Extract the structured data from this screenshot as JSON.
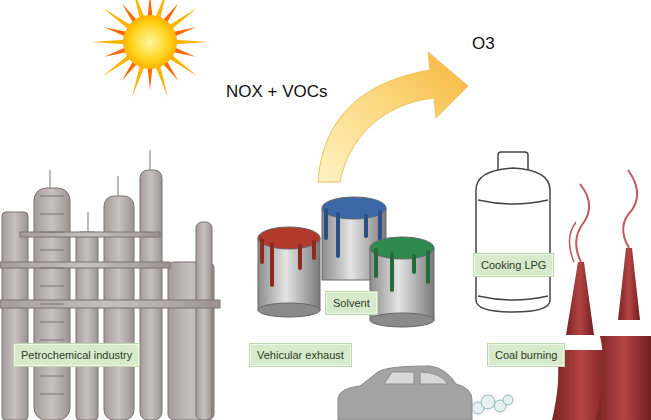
{
  "diagram": {
    "nodes": [
      {
        "text": [
          "Petrochemical industry"
        ]
      },
      {
        "text": [
          "Solvent"
        ]
      },
      {
        "text": [
          "Vehicular exhaust"
        ]
      },
      {
        "text": [
          "Cooking LPG"
        ]
      },
      {
        "text": [
          "Coal burning"
        ]
      }
    ],
    "labels": [
      "NOX + VOCs",
      "O3"
    ]
  }
}
